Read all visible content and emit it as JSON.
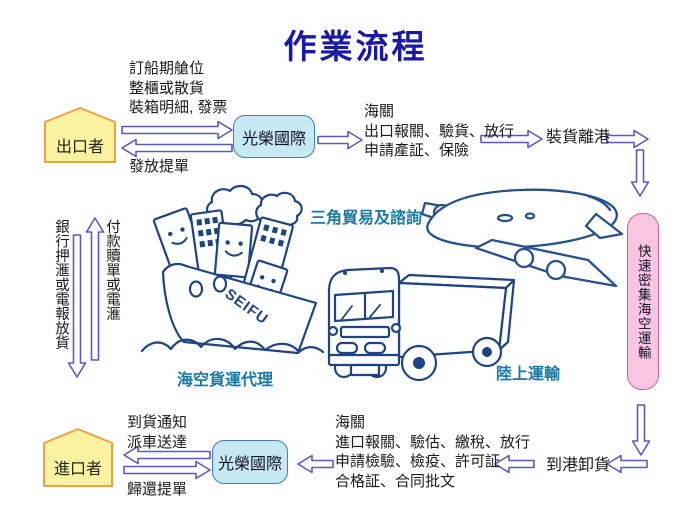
{
  "title": "作業流程",
  "colors": {
    "title_blue": "#1a18a8",
    "arrow_violet": "#5a5ac6",
    "node_fill": "#c6e9f2",
    "node_border": "#3e7ec0",
    "house_fill": "#fcf3a2",
    "house_border": "#efa243",
    "pink_fill": "#f9c6e1",
    "pink_border": "#d060a0",
    "caption_teal": "#1878a8",
    "artwork_navy": "#1e4486",
    "body_text": "#1a1a1a"
  },
  "nodes": {
    "exporter": {
      "label": "出口者"
    },
    "importer": {
      "label": "進口者"
    },
    "forwarder_top": {
      "label": "光榮國際"
    },
    "forwarder_bottom": {
      "label": "光榮國際"
    },
    "air_sea_transport": {
      "label": "快速密集海空運輸"
    },
    "load_depart": {
      "label": "裝貨離港"
    },
    "arrive_unload": {
      "label": "到港卸貨"
    }
  },
  "annotations": {
    "booking": "訂船期艙位\n整櫃或散貨\n裝箱明細, 發票",
    "issue_bl": "發放提單",
    "export_customs": "海關\n出口報關、驗貨、放行\n申請產証、保險",
    "import_customs": "海關\n進口報關、驗估、繳稅、放行\n申請檢驗、檢疫、許可証\n合格証、合同批文",
    "arrival_notice": "到貨通知\n派車送達",
    "return_bl": "歸還提單",
    "bank_release": "銀行押滙或電報放貨",
    "payment_redeem": "付款贖單或電滙"
  },
  "captions": {
    "triangle_trade": "三角貿易及諮詢",
    "sea_air_agent": "海空貨運代理",
    "land_transport": "陸上運輸"
  },
  "ship_label": "SEIFU"
}
